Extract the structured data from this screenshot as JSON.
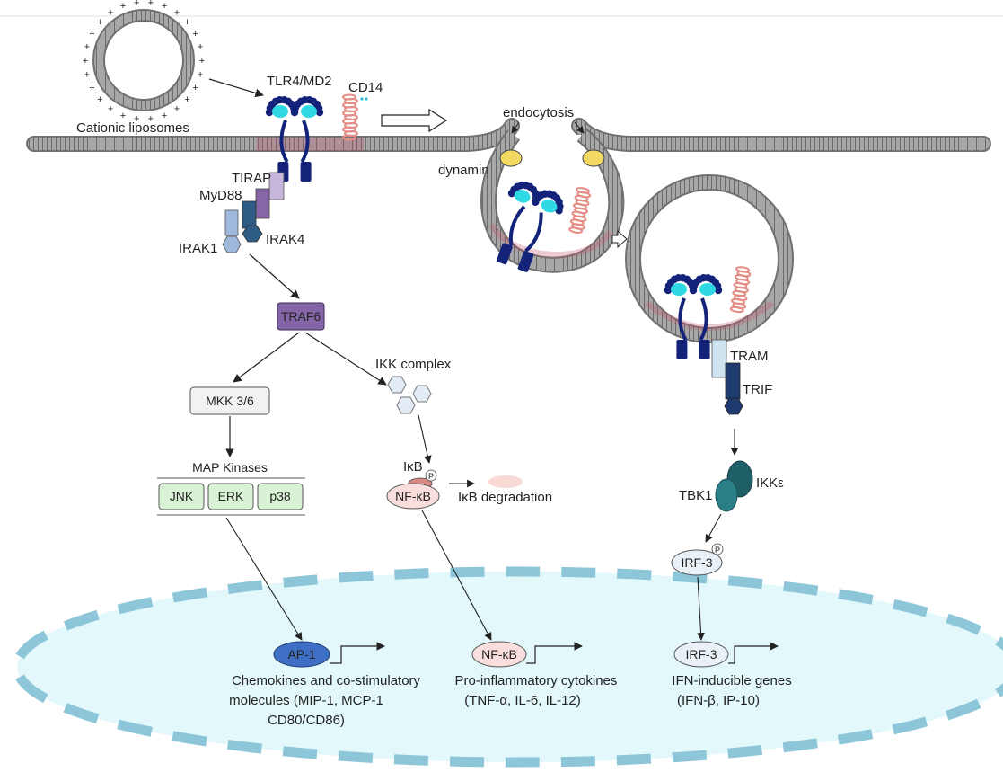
{
  "colors": {
    "membrane": "#9a9a9a",
    "membrane_dark": "#6e6e6e",
    "tlr": "#14237a",
    "md2": "#2fd9e3",
    "cd14": "#e48c84",
    "traf6": "#8466a8",
    "map_kinase_fill": "#d9f2d5",
    "nucleus_fill": "#e2f8fb",
    "nucleus_border": "#8fc6d8",
    "tbk1": "#2a7f86",
    "ap1": "#3f6fc4",
    "dynamin": "#f3d862"
  },
  "labels": {
    "liposome": "Cationic liposomes",
    "tlr4_md2": "TLR4/MD2",
    "cd14": "CD14",
    "endocytosis": "endocytosis",
    "dynamin": "dynamin",
    "tirap": "TIRAP",
    "myd88": "MyD88",
    "irak1": "IRAK1",
    "irak4": "IRAK4",
    "traf6": "TRAF6",
    "ikk_complex": "IKK complex",
    "mkk": "MKK 3/6",
    "map_kinases": "MAP Kinases",
    "jnk": "JNK",
    "erk": "ERK",
    "p38": "p38",
    "ikb": "IκB",
    "phospho": "P",
    "nfkb": "NF-κB",
    "ikb_degradation": "IκB degradation",
    "tram": "TRAM",
    "trif": "TRIF",
    "tbk1": "TBK1",
    "ikke": "IKKε",
    "irf3": "IRF-3",
    "ap1": "AP-1",
    "nfkb_nuc": "NF-κB",
    "irf3_nuc": "IRF-3"
  },
  "genes": {
    "ap1_line1": "Chemokines  and co-stimulatory",
    "ap1_line2": "molecules (MIP-1, MCP-1",
    "ap1_line3": "CD80/CD86)",
    "nfkb_line1": "Pro-inflammatory cytokines",
    "nfkb_line2": "(TNF-α, IL-6, IL-12)",
    "irf3_line1": "IFN-inducible genes",
    "irf3_line2": "(IFN-β, IP-10)"
  }
}
